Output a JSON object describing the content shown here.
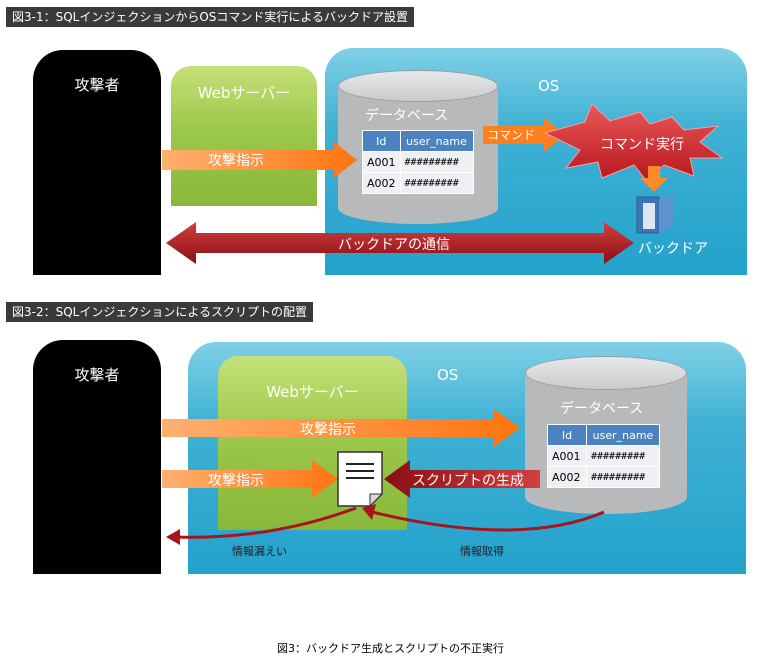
{
  "fig1": {
    "title": "図3-1：SQLインジェクションからOSコマンド実行によるバックドア設置",
    "attacker": "攻撃者",
    "webserver": "Webサーバー",
    "os": "OS",
    "database": "データベース",
    "table": {
      "headers": [
        "Id",
        "user_name"
      ],
      "rows": [
        [
          "A001",
          "#########"
        ],
        [
          "A002",
          "#########"
        ]
      ]
    },
    "arrow_attack": "攻撃指示",
    "arrow_command": "コマンド",
    "command_exec": "コマンド実行",
    "backdoor": "バックドア",
    "backdoor_comm": "バックドアの通信"
  },
  "fig2": {
    "title": "図3-2：SQLインジェクションによるスクリプトの配置",
    "attacker": "攻撃者",
    "webserver": "Webサーバー",
    "os": "OS",
    "database": "データベース",
    "table": {
      "headers": [
        "Id",
        "user_name"
      ],
      "rows": [
        [
          "A001",
          "#########"
        ],
        [
          "A002",
          "#########"
        ]
      ]
    },
    "arrow_attack_top": "攻撃指示",
    "arrow_attack_mid": "攻撃指示",
    "script_gen": "スクリプトの生成",
    "info_leak": "情報漏えい",
    "info_get": "情報取得"
  },
  "caption": "図3：バックドア生成とスクリプトの不正実行",
  "colors": {
    "os_blue": "#23a2cc",
    "web_green": "#9cc84b",
    "arrow_orange": "#ff7f1e",
    "arrow_red": "#a8141c",
    "table_header": "#4b82bf"
  }
}
